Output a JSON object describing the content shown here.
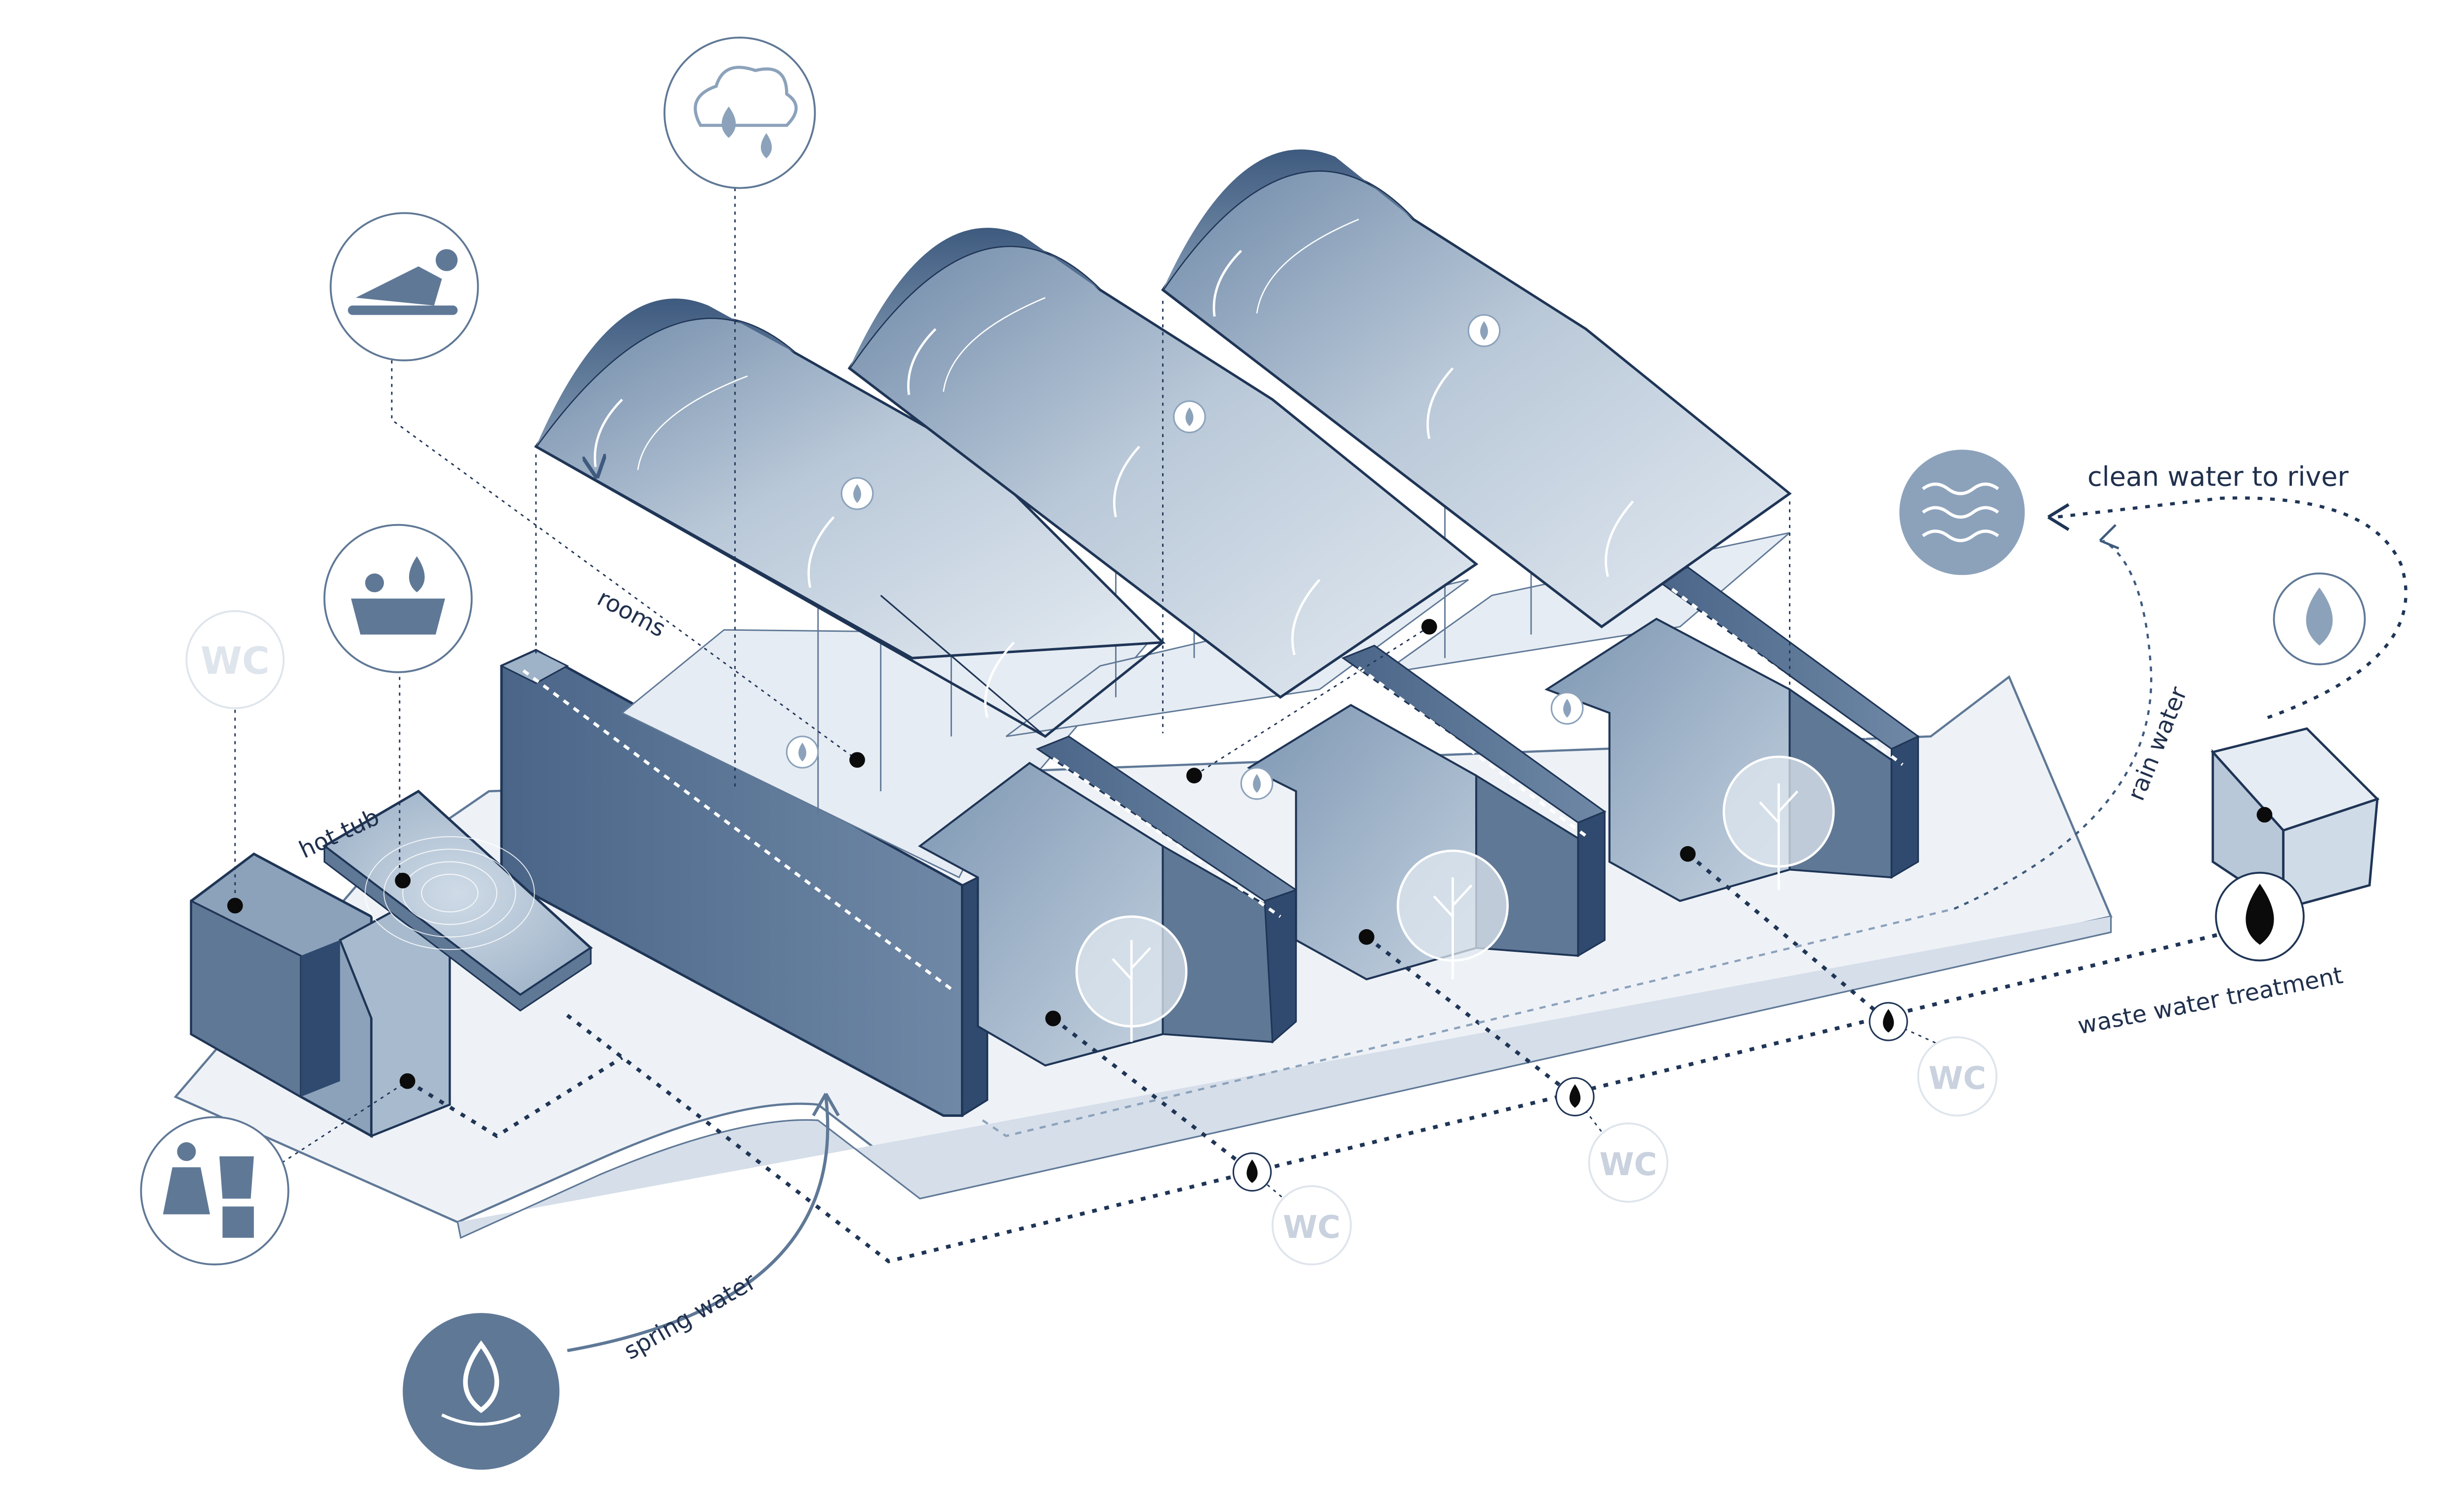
{
  "labels": {
    "rooms": "rooms",
    "hot_tub": "hot tub",
    "clean_water": "clean water to river",
    "rain_water": "rain water",
    "waste_water": "waste water treatment",
    "spring_water": "spring water",
    "wc": "WC"
  },
  "icons": [
    "rain-cloud-icon",
    "sauna-relax-icon",
    "bath-icon",
    "wc-icon",
    "changing-room-icon",
    "river-waves-icon",
    "water-drop-icon",
    "spring-water-icon",
    "waste-water-drop-icon"
  ],
  "colors": {
    "navy": "#1f3556",
    "slate": "#5f7896",
    "steel": "#8ca2bb",
    "pale": "#dde6ef",
    "ground": "#eef2f7",
    "wc_grey": "#c9d2de",
    "black": "#0b0b0b"
  }
}
